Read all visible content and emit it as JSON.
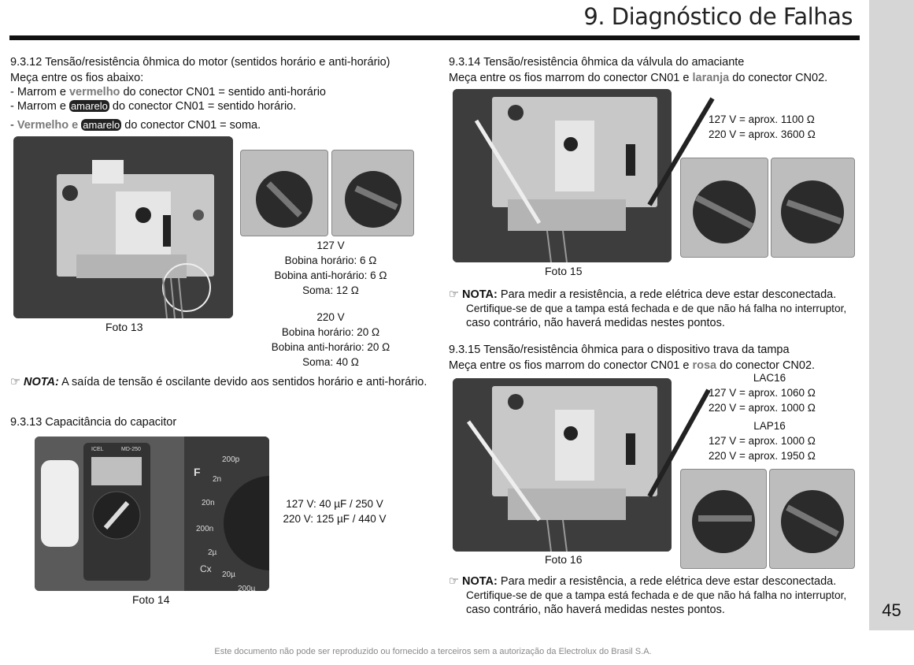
{
  "header": {
    "title": "9. Diagnóstico de Falhas"
  },
  "page_number": "45",
  "s9312": {
    "title": "9.3.12 Tensão/resistência ôhmica do motor (sentidos horário e anti-horário)",
    "intro": "Meça entre os fios abaixo:",
    "l1_dash": "- ",
    "l1_a": "Marrom",
    "l1_e": " e ",
    "l1_b": "vermelho",
    "l1_rest": " do conector CN01 = sentido anti-horário",
    "l2_dash": "- ",
    "l2_a": "Marrom",
    "l2_e": " e ",
    "l2_b": "amarelo",
    "l2_rest": " do conector CN01 = sentido horário.",
    "l3_dash": "- ",
    "l3_a": "Vermelho",
    "l3_e": " e ",
    "l3_b": "amarelo",
    "l3_rest": " do conector CN01 = soma.",
    "caption": "Foto 13",
    "v127": [
      "127 V",
      "Bobina horário: 6 Ω",
      "Bobina anti-horário: 6 Ω",
      "Soma: 12 Ω"
    ],
    "v220": [
      "220 V",
      "Bobina horário: 20 Ω",
      "Bobina anti-horário: 20 Ω",
      "Soma: 40 Ω"
    ],
    "note_label": "NOTA:",
    "note_text": " A saída de tensão é oscilante devido aos sentidos horário e anti-horário."
  },
  "s9313": {
    "title": "9.3.13 Capacitância do capacitor",
    "caption": "Foto 14",
    "v127": "127 V: 40 µF / 250 V",
    "v220": "220 V: 125 µF / 440 V",
    "meter_brand": "ICEL",
    "meter_model": "MD-250",
    "dial_labels": [
      "200p",
      "2n",
      "20n",
      "200n",
      "2µ",
      "20µ",
      "200µ",
      "F",
      "Cx"
    ]
  },
  "s9314": {
    "title": "9.3.14 Tensão/resistência ôhmica da válvula do amaciante",
    "intro_a": "Meça entre os fios ",
    "intro_b": "marrom",
    "intro_c": " do conector CN01 e ",
    "intro_d": "laranja",
    "intro_e": " do conector CN02.",
    "caption": "Foto 15",
    "v127": "127 V = aprox. 1100 Ω",
    "v220": "220 V = aprox. 3600 Ω",
    "note_label": "NOTA:",
    "note_lines": [
      "Para medir a resistência, a rede elétrica deve estar desconectada.",
      "Certifique-se de que a tampa está fechada e de que não há falha no interruptor,",
      "caso contrário, não haverá medidas nestes pontos."
    ]
  },
  "s9315": {
    "title": "9.3.15 Tensão/resistência ôhmica para o dispositivo trava da tampa",
    "intro_a": "Meça entre os fios ",
    "intro_b": "marrom",
    "intro_c": " do conector CN01 e ",
    "intro_d": "rosa",
    "intro_e": " do conector CN02.",
    "caption": "Foto 16",
    "lac": "LAC16",
    "lac127": "127 V = aprox. 1060 Ω",
    "lac220": "220 V = aprox. 1000 Ω",
    "lap": "LAP16",
    "lap127": "127 V = aprox. 1000 Ω",
    "lap220": "220 V = aprox. 1950 Ω",
    "note_label": "NOTA:",
    "note_lines": [
      "Para medir a resistência, a rede elétrica deve estar desconectada.",
      "Certifique-se de que a tampa está fechada e de que não há falha no interruptor,",
      "caso contrário, não haverá medidas nestes pontos."
    ]
  },
  "footer": "Este documento não pode ser reproduzido ou fornecido a terceiros sem a autorização da Electrolux do Brasil S.A."
}
